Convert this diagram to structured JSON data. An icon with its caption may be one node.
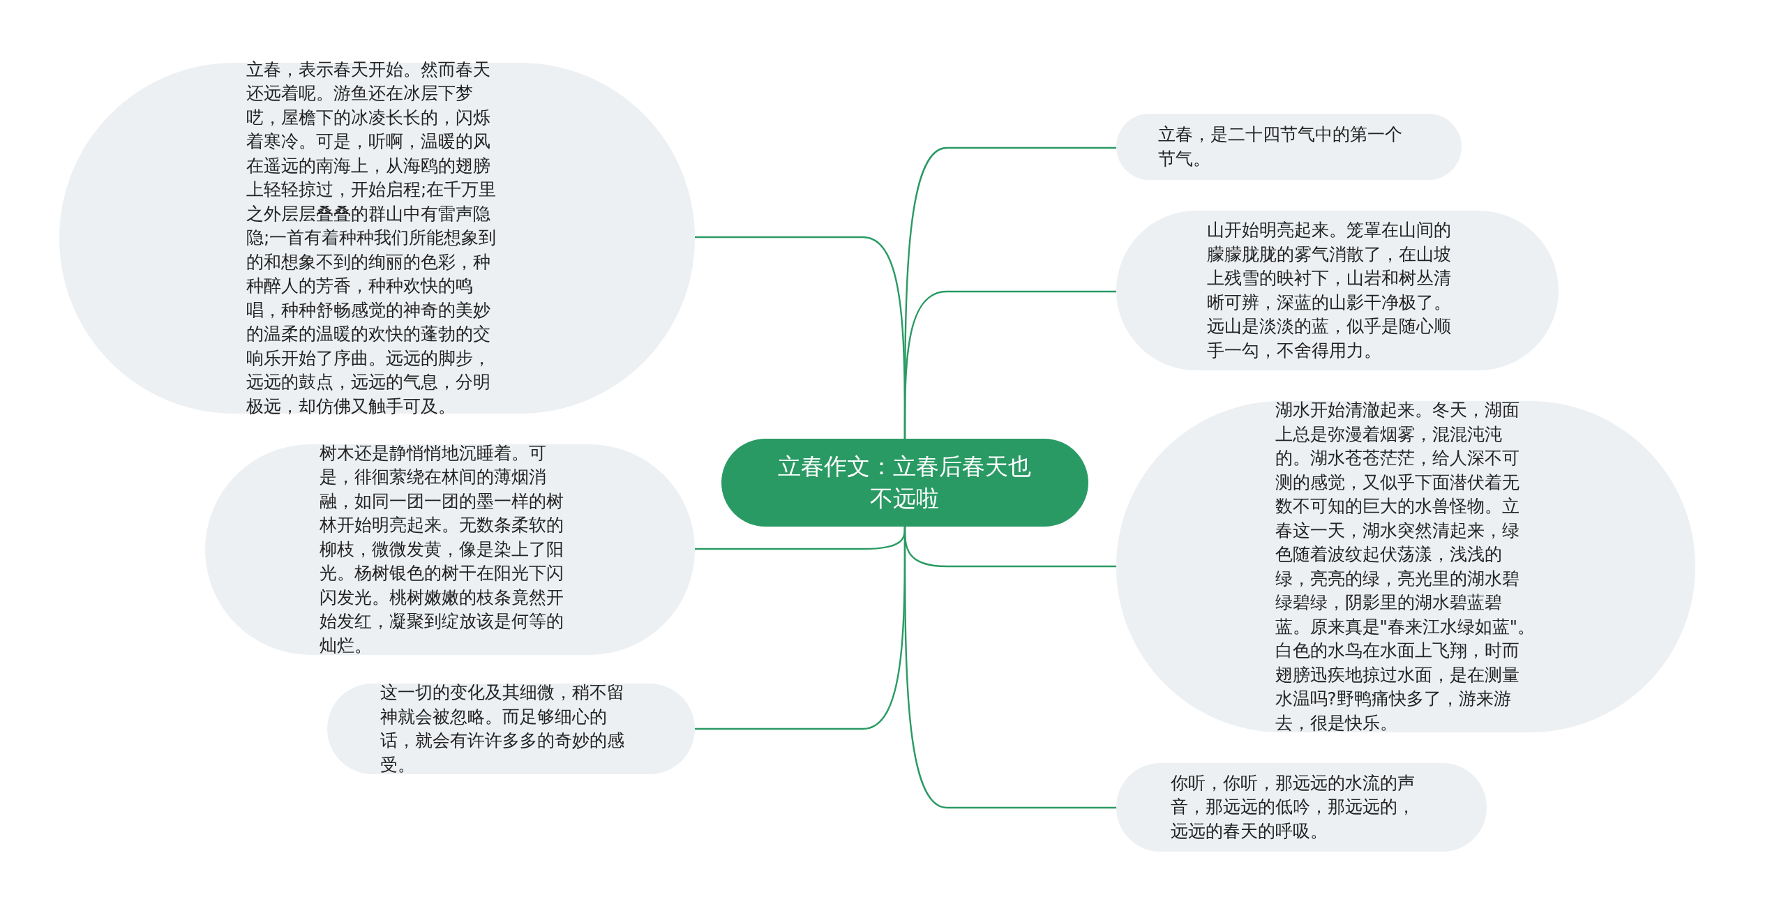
{
  "diagram": {
    "nodes": [
      {
        "text": [
          "立春作文：立春后春天也不远啦"
        ]
      },
      {
        "text": [
          "立春，是二十四节气中的第一个节气。"
        ]
      },
      {
        "text": [
          "山开始明亮起来。笼罩在山间的朦朦胧胧的雾气消散了，在山坡上残雪的映衬下，山岩和树丛清晰可辨，深蓝的山影干净极了。远山是淡淡的蓝，似乎是随心顺手一勾，不舍得用力。"
        ]
      },
      {
        "text": [
          "湖水开始清澈起来。冬天，湖面上总是弥漫着烟雾，混混沌沌的。湖水苍苍茫茫，给人深不可测的感觉，又似乎下面潜伏着无数不可知的巨大的水兽怪物。立春这一天，湖水突然清起来，绿色随着波纹起伏荡漾，浅浅的绿，亮亮的绿，亮光里的湖水碧绿碧绿，阴影里的湖水碧蓝碧蓝。原来真是\"春来江水绿如蓝\"。白色的水鸟在水面上飞翔，时而翅膀迅疾地掠过水面，是在测量水温吗?野鸭痛快多了，游来游去，很是快乐。"
        ]
      },
      {
        "text": [
          "你听，你听，那远远的水流的声音，那远远的低吟，那远远的，远远的春天的呼吸。"
        ]
      },
      {
        "text": [
          "立春，表示春天开始。然而春天还远着呢。游鱼还在冰层下梦呓，屋檐下的冰凌长长的，闪烁着寒冷。可是，听啊，温暖的风在遥远的南海上，从海鸥的翅膀上轻轻掠过，开始启程;在千万里之外层层叠叠的群山中有雷声隐隐;一首有着种种我们所能想象到的和想象不到的绚丽的色彩，种种醉人的芳香，种种欢快的鸣唱，种种舒畅感觉的神奇的美妙的温柔的温暖的欢快的蓬勃的交响乐开始了序曲。远远的脚步，远远的鼓点，远远的气息，分明极远，却仿佛又触手可及。"
        ]
      },
      {
        "text": [
          "树木还是静悄悄地沉睡着。可是，徘徊萦绕在林间的薄烟消融，如同一团一团的墨一样的树林开始明亮起来。无数条柔软的柳枝，微微发黄，像是染上了阳光。杨树银色的树干在阳光下闪闪发光。桃树嫩嫩的枝条竟然开始发红，凝聚到绽放该是何等的灿烂。"
        ]
      },
      {
        "text": [
          "这一切的变化及其细微，稍不留神就会被忽略。而足够细心的话，就会有许许多多的奇妙的感受。"
        ]
      }
    ],
    "edges": [
      {
        "from": 0,
        "to": 1,
        "arrow": "none"
      },
      {
        "from": 0,
        "to": 2,
        "arrow": "none"
      },
      {
        "from": 0,
        "to": 3,
        "arrow": "none"
      },
      {
        "from": 0,
        "to": 4,
        "arrow": "none"
      },
      {
        "from": 0,
        "to": 5,
        "arrow": "none"
      },
      {
        "from": 0,
        "to": 6,
        "arrow": "none"
      },
      {
        "from": 0,
        "to": 7,
        "arrow": "none"
      }
    ]
  }
}
